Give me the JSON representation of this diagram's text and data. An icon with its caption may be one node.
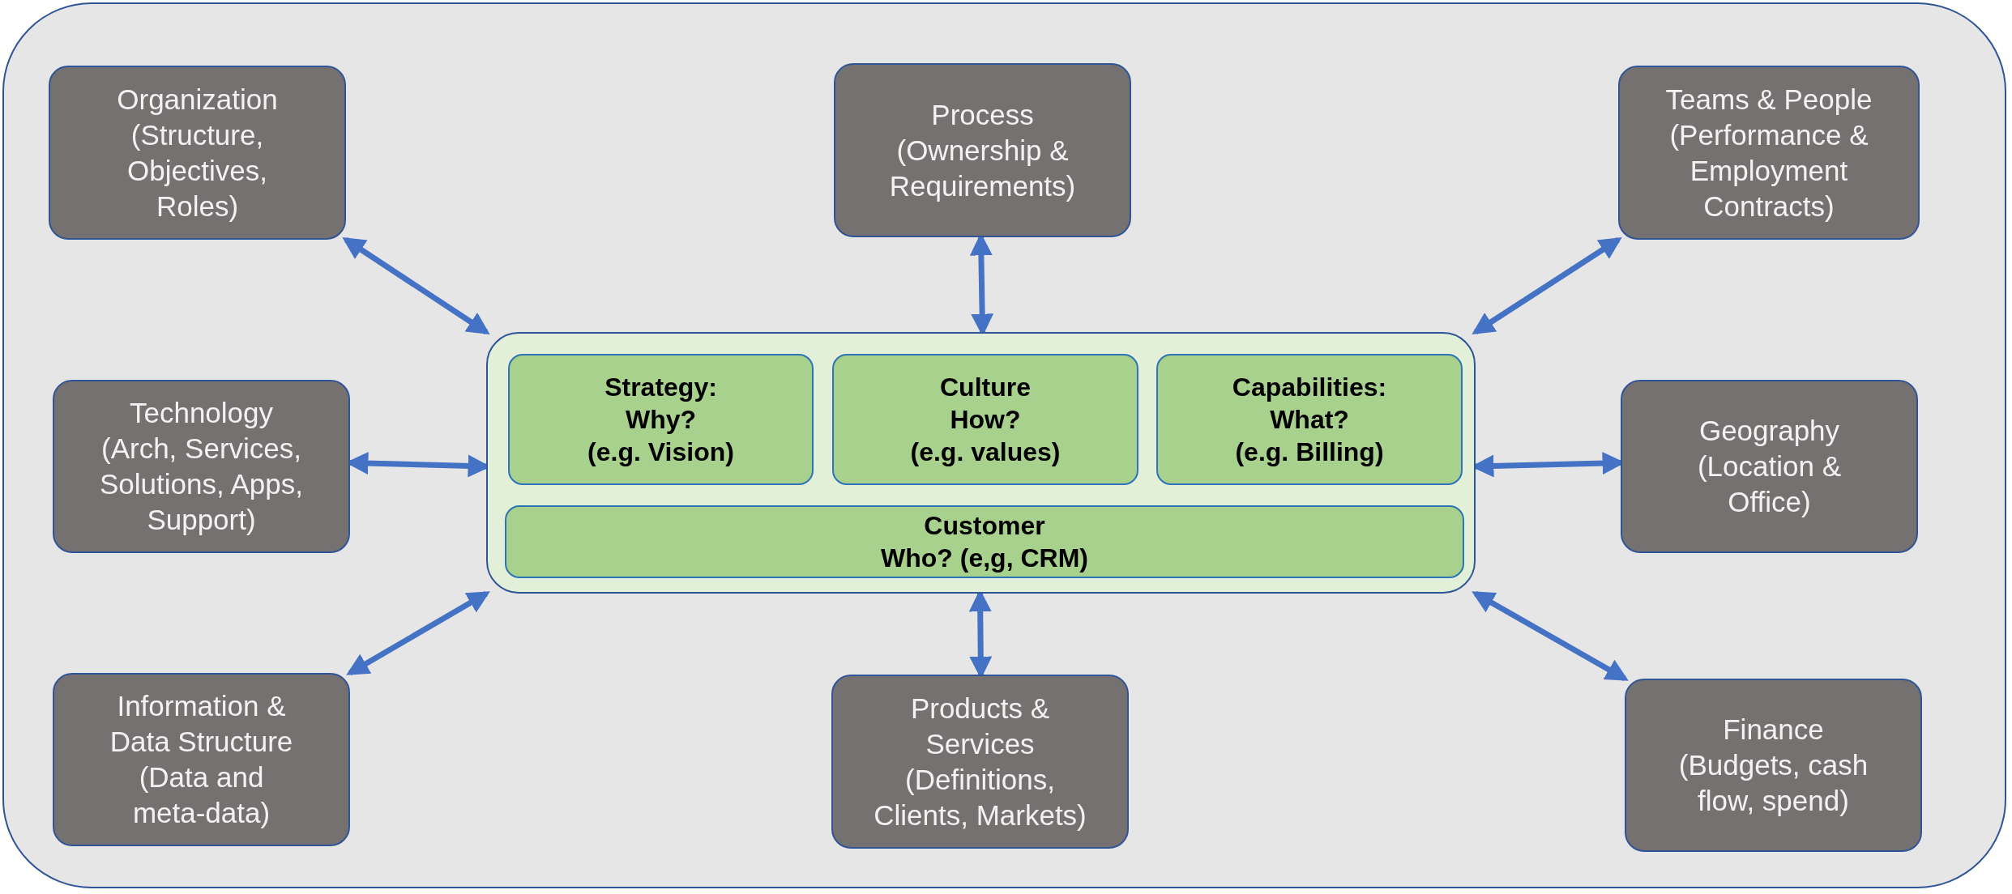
{
  "diagram": {
    "nodes": [
      {
        "text": [
          "Organization",
          "(Structure, Objectives, Roles)"
        ]
      },
      {
        "text": [
          "Process",
          "(Ownership & Requirements)"
        ]
      },
      {
        "text": [
          "Teams & People",
          "(Performance & Employment Contracts)"
        ]
      },
      {
        "text": [
          "Technology",
          "(Arch, Services, Solutions, Apps, Support)"
        ]
      },
      {
        "text": [],
        "shape": "box"
      },
      {
        "text": [
          "Strategy:",
          "Why?",
          "(e.g. Vision)"
        ],
        "in": 4
      },
      {
        "text": [
          "Culture",
          "How?",
          "(e.g. values)"
        ],
        "in": 4
      },
      {
        "text": [
          "Capabilities:",
          "What?",
          "(e.g. Billing)"
        ],
        "in": 4
      },
      {
        "text": [
          "Customer",
          "Who? (e,g, CRM)"
        ],
        "in": 4
      },
      {
        "text": [
          "Geography",
          "(Location & Office)"
        ]
      },
      {
        "text": [
          "Information & Data Structure",
          "(Data and meta-data)"
        ]
      },
      {
        "text": [
          "Products & Services",
          "(Definitions, Clients, Markets)"
        ]
      },
      {
        "text": [
          "Finance",
          "(Budgets, cash flow, spend)"
        ]
      }
    ],
    "edges": [
      {
        "from": 4,
        "to": 0,
        "arrow": "both"
      },
      {
        "from": 4,
        "to": 1,
        "arrow": "both"
      },
      {
        "from": 4,
        "to": 2,
        "arrow": "both"
      },
      {
        "from": 4,
        "to": 3,
        "arrow": "both"
      },
      {
        "from": 4,
        "to": 9,
        "arrow": "both"
      },
      {
        "from": 4,
        "to": 10,
        "arrow": "both"
      },
      {
        "from": 4,
        "to": 11,
        "arrow": "both"
      },
      {
        "from": 4,
        "to": 12,
        "arrow": "both"
      }
    ]
  }
}
